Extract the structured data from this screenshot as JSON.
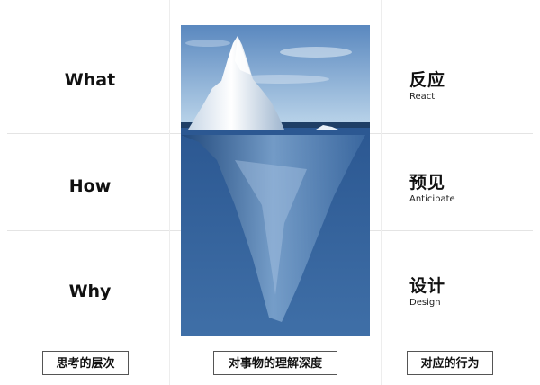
{
  "levels": [
    "What",
    "How",
    "Why"
  ],
  "behaviors": [
    {
      "zh": "反应",
      "en": "React"
    },
    {
      "zh": "预见",
      "en": "Anticipate"
    },
    {
      "zh": "设计",
      "en": "Design"
    }
  ],
  "captions": {
    "left": "思考的层次",
    "center": "对事物的理解深度",
    "right": "对应的行为"
  },
  "colors": {
    "sky_top": "#5d8ac0",
    "sky_bottom": "#b8d2e8",
    "water_top": "#2f5c95",
    "water_bottom": "#3e6ea6",
    "ice": "#f2f6fa",
    "ice_underwater": "#6e97c2"
  }
}
